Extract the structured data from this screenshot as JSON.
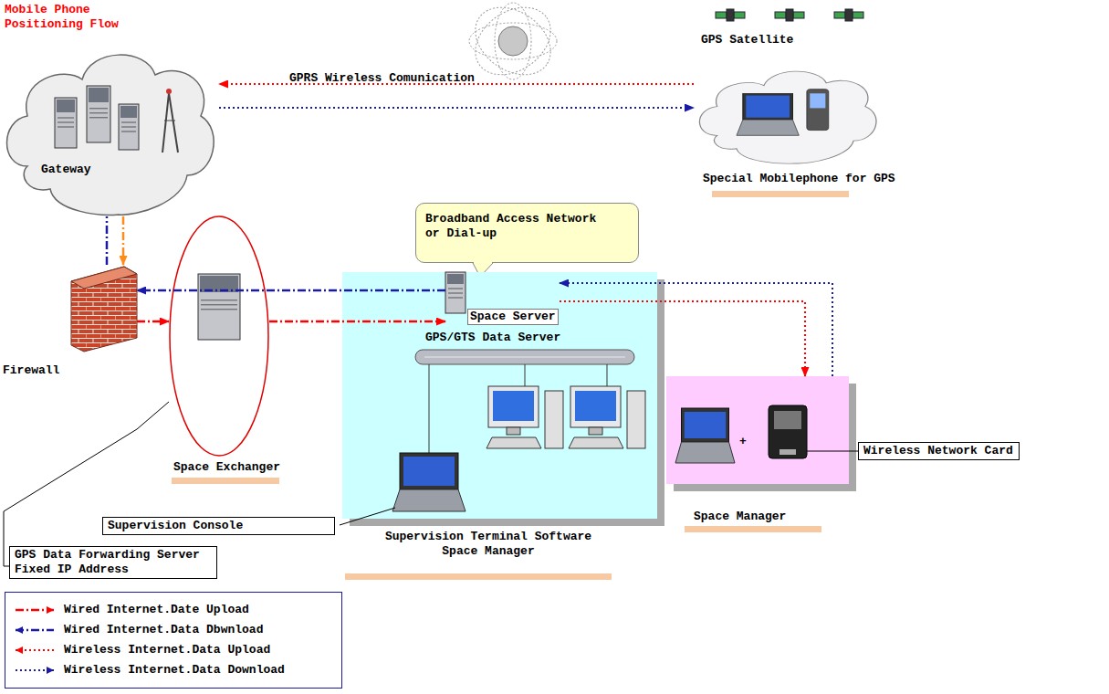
{
  "diagram": {
    "title": "Mobile Phone Positioning Flow",
    "nodes": [
      {
        "text": [
          "Gateway"
        ]
      },
      {
        "text": [
          "Special Mobilephone for GPS"
        ]
      },
      {
        "text": [
          "Broadband Access Network or Dial-up"
        ]
      },
      {
        "text": [
          "Firewall"
        ]
      },
      {
        "text": [
          "Space Exchanger"
        ]
      },
      {
        "text": [
          "Supervision Terminal Software Space Manager"
        ]
      },
      {
        "text": [
          "Space Server"
        ],
        "in": 5
      },
      {
        "text": [
          "Space Manager"
        ]
      },
      {
        "text": [
          "Wireless Network Card"
        ]
      },
      {
        "text": [
          "Supervision Console"
        ]
      },
      {
        "text": [
          "GPS Data Forwarding Server Fixed IP Address"
        ]
      }
    ],
    "edges": [
      {
        "from": 1,
        "to": 0,
        "arrow": "to"
      },
      {
        "from": 0,
        "to": 1,
        "arrow": "to"
      },
      {
        "from": 0,
        "to": 3,
        "arrow": "to"
      },
      {
        "from": 3,
        "to": 0,
        "arrow": "none"
      },
      {
        "from": 3,
        "to": 4,
        "arrow": "to"
      },
      {
        "from": 4,
        "to": 6,
        "arrow": "to"
      },
      {
        "from": 6,
        "to": 3,
        "arrow": "to"
      },
      {
        "from": 6,
        "to": 7,
        "arrow": "to"
      },
      {
        "from": 7,
        "to": 6,
        "arrow": "to"
      },
      {
        "from": 10,
        "to": 4,
        "arrow": "none"
      }
    ],
    "labels": [
      "GPRS Wireless Comunication",
      "GPS Satellite",
      "GPS/GTS Data Server",
      "+"
    ],
    "legend": [
      {
        "text": "Wired Internet.Date Upload"
      },
      {
        "text": "Wired Internet.Data Dbwnload"
      },
      {
        "text": "Wireless Internet.Data Upload"
      },
      {
        "text": "Wireless Internet.Data Download"
      }
    ]
  }
}
